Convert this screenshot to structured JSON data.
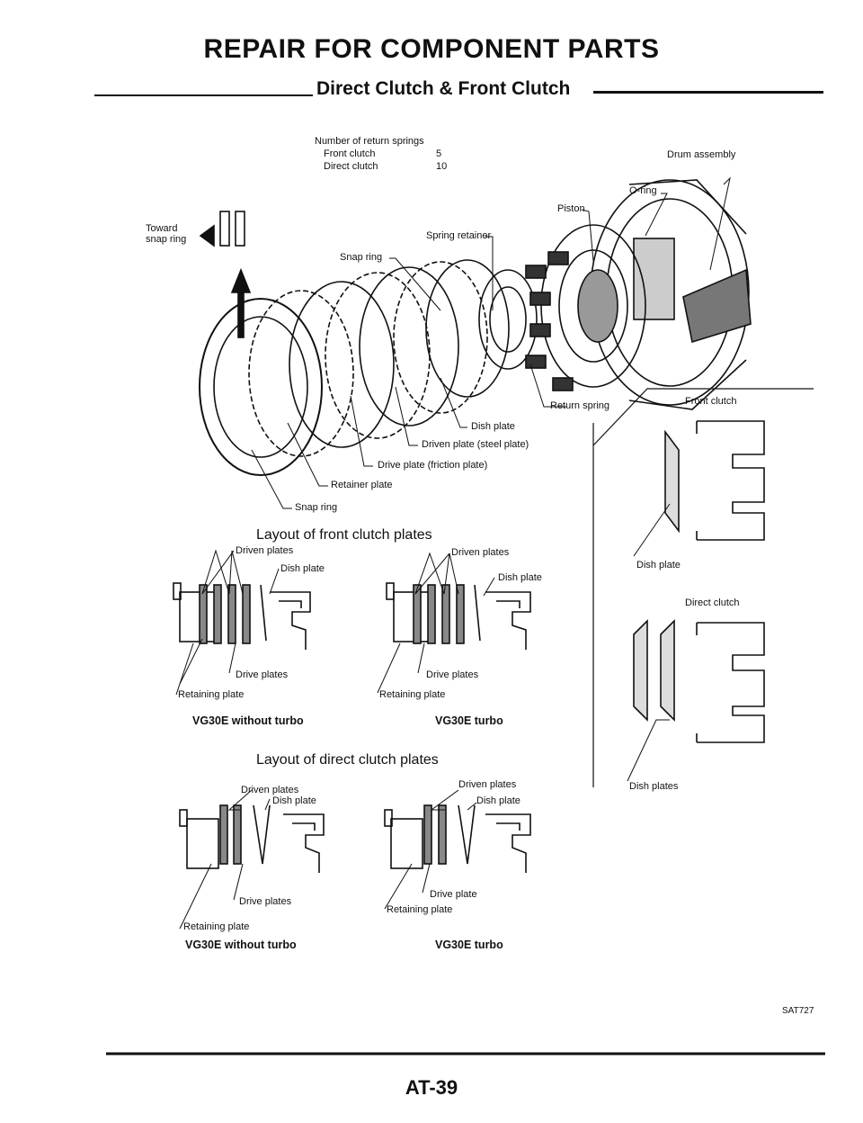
{
  "header": {
    "title": "REPAIR FOR COMPONENT PARTS",
    "section": "Direct Clutch & Front Clutch"
  },
  "spring_table": {
    "heading": "Number of return springs",
    "rows": [
      {
        "name": "Front clutch",
        "value": "5"
      },
      {
        "name": "Direct clutch",
        "value": "10"
      }
    ]
  },
  "exploded_view": {
    "labels": {
      "drum_assembly": "Drum assembly",
      "o_ring": "O-ring",
      "piston": "Piston",
      "spring_retainer": "Spring retainer",
      "snap_ring_top": "Snap ring",
      "toward_snap_ring": "Toward snap ring",
      "return_spring": "Return spring",
      "dish_plate": "Dish plate",
      "driven_plate": "Driven plate (steel plate)",
      "drive_plate": "Drive plate (friction plate)",
      "retainer_plate": "Retainer plate",
      "snap_ring_bottom": "Snap ring"
    }
  },
  "front_layout": {
    "caption": "Layout of front clutch plates",
    "left": {
      "driven": "Driven plates",
      "dish": "Dish plate",
      "drive": "Drive plates",
      "retaining": "Retaining plate",
      "variant": "VG30E without turbo"
    },
    "right": {
      "driven": "Driven plates",
      "dish": "Dish plate",
      "drive": "Drive plates",
      "retaining": "Retaining plate",
      "variant": "VG30E turbo"
    }
  },
  "direct_layout": {
    "caption": "Layout of direct clutch plates",
    "left": {
      "driven": "Driven plates",
      "dish": "Dish plate",
      "drive": "Drive plates",
      "retaining": "Retaining plate",
      "variant": "VG30E without turbo"
    },
    "right": {
      "driven": "Driven plates",
      "dish": "Dish plate",
      "drive": "Drive plate",
      "retaining": "Retaining plate",
      "variant": "VG30E turbo"
    }
  },
  "side_panel": {
    "front_title": "Front clutch",
    "front_dish": "Dish plate",
    "direct_title": "Direct clutch",
    "direct_dish": "Dish plates"
  },
  "footer": {
    "code": "SAT727",
    "page": "AT-39"
  }
}
